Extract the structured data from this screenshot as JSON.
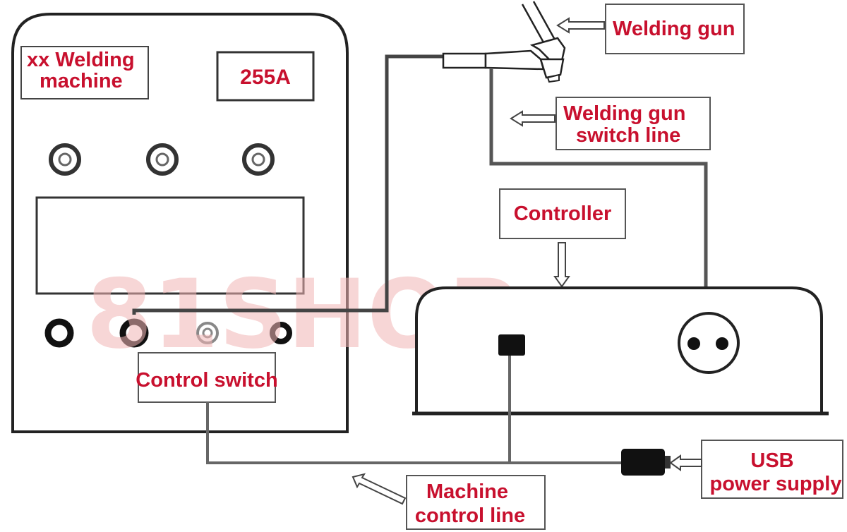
{
  "machine": {
    "title_line1": "xx Welding",
    "title_line2": "machine",
    "display": "255A"
  },
  "labels": {
    "welding_gun": "Welding gun",
    "gun_switch_line1": "Welding gun",
    "gun_switch_line2": "switch line",
    "controller": "Controller",
    "control_switch": "Control switch",
    "usb_line1": "USB",
    "usb_line2": "power supply",
    "machine_line1": "Machine",
    "machine_line2": "control line"
  },
  "watermark": "81SHOP",
  "colors": {
    "label": "#c8102e",
    "line": "#444444",
    "cable": "#666666",
    "watermark": "#f2b5b5"
  }
}
